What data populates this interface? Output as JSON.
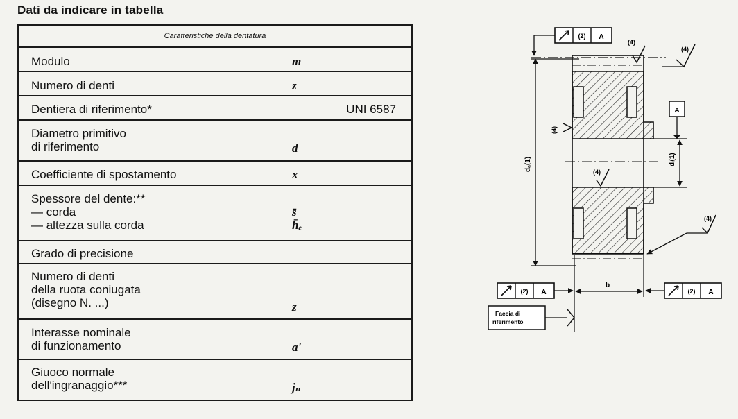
{
  "title": "Dati da indicare in tabella",
  "table": {
    "header": "Caratteristiche della dentatura",
    "rows": [
      {
        "label": "Modulo",
        "symbol": "m",
        "value": ""
      },
      {
        "label": "Numero di denti",
        "symbol": "z",
        "value": ""
      },
      {
        "label": "Dentiera di riferimento*",
        "symbol": "",
        "value": "UNI 6587"
      },
      {
        "label": "Diametro primitivo\ndi riferimento",
        "symbol": "d",
        "value": ""
      },
      {
        "label": "Coefficiente di spostamento",
        "symbol": "x",
        "value": ""
      },
      {
        "label": "Spessore del dente:**\n— corda\n— altezza sulla corda",
        "symbol": "s̄\nh̄ₑ",
        "value": ""
      },
      {
        "label": "Grado di precisione",
        "symbol": "",
        "value": ""
      },
      {
        "label": "Numero di denti\ndella ruota coniugata\n(disegno N. ...)",
        "symbol": "z",
        "value": ""
      },
      {
        "label": "Interasse nominale\ndi funzionamento",
        "symbol": "a'",
        "value": ""
      },
      {
        "label": "Giuoco normale\ndell'ingranaggio***",
        "symbol": "jₙ",
        "value": ""
      }
    ]
  },
  "drawing": {
    "frame_2": "(2)",
    "datum_A": "A",
    "roughness_4": "(4)",
    "dim_da": "dₐ(1)",
    "dim_di": "dᵢ(1)",
    "dim_b": "b",
    "face_label_1": "Faccia di",
    "face_label_2": "riferimento"
  }
}
